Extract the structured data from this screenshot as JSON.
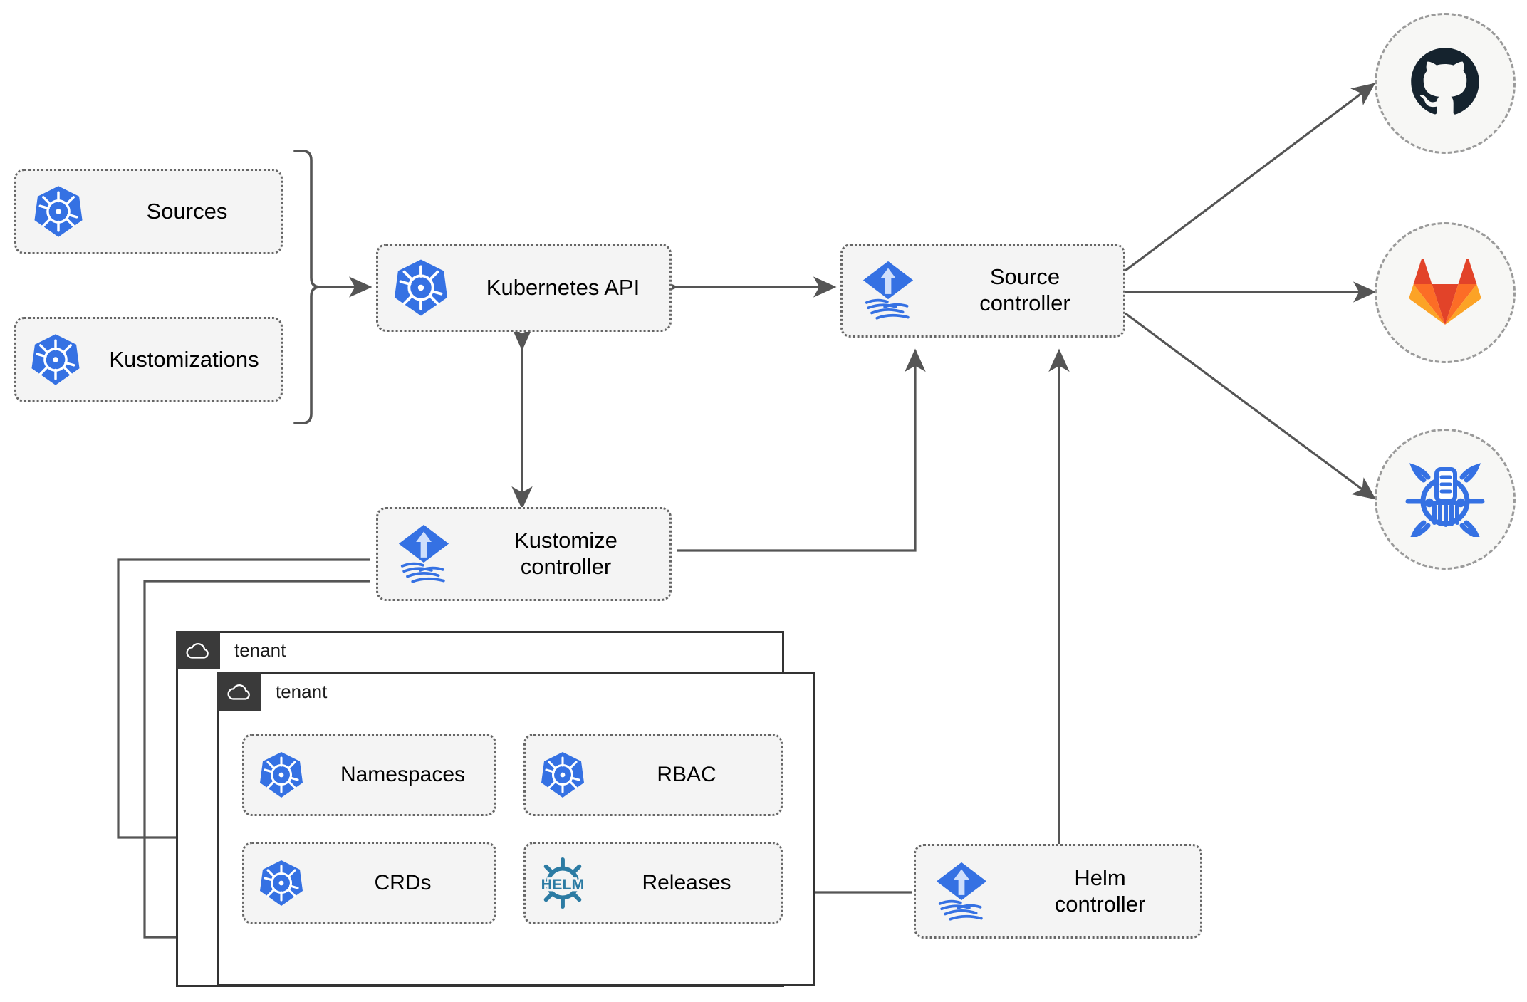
{
  "diagram": {
    "title": "Flux GitOps multi-tenancy architecture",
    "accent_blue": "#3571e3",
    "helm_teal": "#2c7ba3",
    "github_navy": "#15232e",
    "gitlab_orange": "#e24329",
    "gitlab_amber": "#fca326",
    "line_gray": "#555555"
  },
  "nodes": {
    "sources": {
      "label": "Sources",
      "icon": "kubernetes-icon"
    },
    "kustomizations": {
      "label": "Kustomizations",
      "icon": "kubernetes-icon"
    },
    "kubernetes_api": {
      "label": "Kubernetes API",
      "icon": "kubernetes-icon"
    },
    "source_controller": {
      "label": "Source\ncontroller",
      "icon": "flux-icon"
    },
    "kustomize_controller": {
      "label": "Kustomize\ncontroller",
      "icon": "flux-icon"
    },
    "helm_controller": {
      "label": "Helm\ncontroller",
      "icon": "flux-icon"
    },
    "namespaces": {
      "label": "Namespaces",
      "icon": "kubernetes-icon"
    },
    "rbac": {
      "label": "RBAC",
      "icon": "kubernetes-icon"
    },
    "crds": {
      "label": "CRDs",
      "icon": "kubernetes-icon"
    },
    "releases": {
      "label": "Releases",
      "icon": "helm-icon"
    }
  },
  "tenants": [
    {
      "title": "tenant",
      "icon": "cloud-icon"
    },
    {
      "title": "tenant",
      "icon": "cloud-icon"
    }
  ],
  "endpoints": [
    {
      "name": "github",
      "icon": "github-icon"
    },
    {
      "name": "gitlab",
      "icon": "gitlab-icon"
    },
    {
      "name": "helm-repository",
      "icon": "helm-repository-icon"
    }
  ]
}
